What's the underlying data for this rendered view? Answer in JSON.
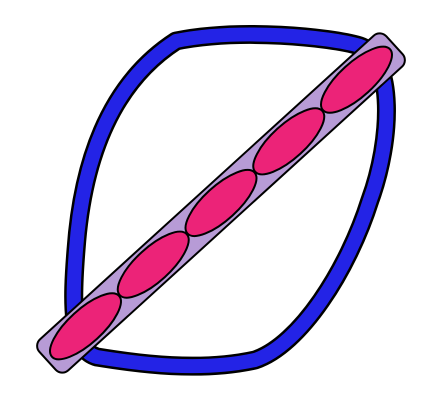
{
  "illustration": {
    "loop_icon": "blue-leaf-loop",
    "bar_icon": "lavender-diagonal-bar",
    "segment_icon": "pink-oval-segment",
    "segment_count": 5
  },
  "colors": {
    "background": "#ffffff",
    "outline": "#000000",
    "loop": "#2323e6",
    "bar": "#b79bd6",
    "segment": "#ec2378"
  }
}
